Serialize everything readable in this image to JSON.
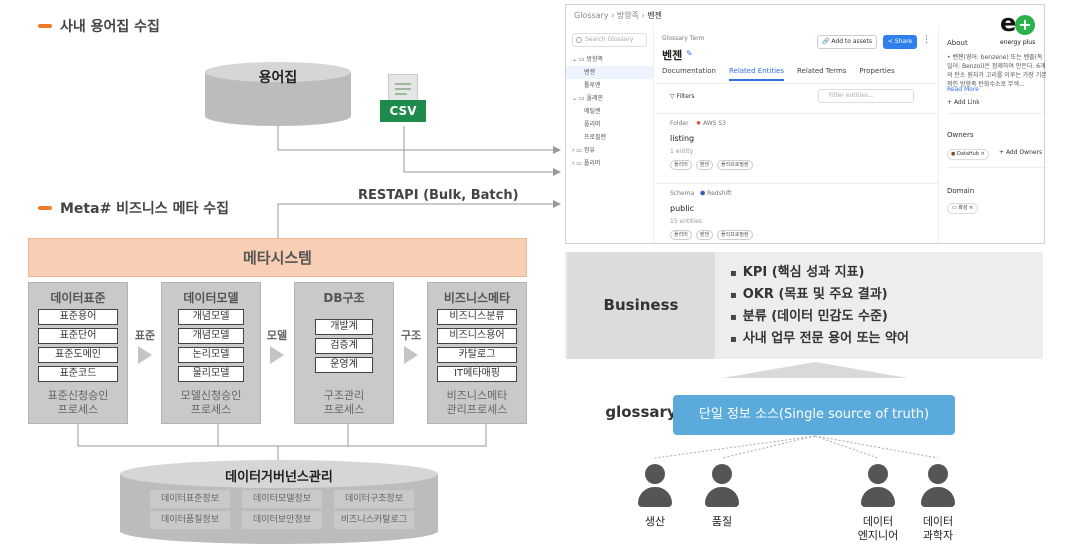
{
  "colors": {
    "accent_orange": "#f07c2b",
    "meta_banner": "#f8cfb4",
    "ssot_blue": "#5aaadc",
    "csv_green": "#1e8a4c"
  },
  "section1": {
    "title": "사내 용어집 수집",
    "db_label": "용어집",
    "csv_label": "CSV"
  },
  "section2": {
    "title": "Meta# 비즈니스 메타 수집",
    "api_label": "RESTAPI (Bulk, Batch)"
  },
  "meta_system": {
    "title": "메타시스템",
    "columns": [
      {
        "title": "데이터표준",
        "items": [
          "표준용어",
          "표준단어",
          "표준도메인",
          "표준코드"
        ],
        "footer": "표준신청승인\n프로세스"
      },
      {
        "title": "데이터모델",
        "items": [
          "개념모델",
          "개념모델",
          "논리모델",
          "물리모델"
        ],
        "footer": "모델신청승인\n프로세스"
      },
      {
        "title": "DB구조",
        "items": [
          "개발계",
          "검증계",
          "운영계"
        ],
        "footer": "구조관리\n프로세스"
      },
      {
        "title": "비즈니스메타",
        "items": [
          "비즈니스분류",
          "비즈니스용어",
          "카탈로그",
          "IT메타매핑"
        ],
        "footer": "비즈니스메타\n관리프로세스"
      }
    ],
    "flows": [
      "표준",
      "모델",
      "구조"
    ]
  },
  "governance": {
    "title": "데이터거버넌스관리",
    "cells": [
      "데이터표준정보",
      "데이터모델정보",
      "데이터구조정보",
      "데이터품질정보",
      "데이터보안정보",
      "비즈니스카탈로그"
    ]
  },
  "app": {
    "breadcrumb": [
      "Glossary",
      "방향족",
      "벤젠"
    ],
    "search_placeholder": "Search Glossary",
    "tree": [
      "방향족",
      "벤젠",
      "톨루엔",
      "올레핀",
      "에틸렌",
      "플리머",
      "프로필렌",
      "정유",
      "폴리머"
    ],
    "term_kind": "Glossary Term",
    "term_name": "벤젠",
    "add_to_assets": "Add to assets",
    "share": "Share",
    "tabs": [
      "Documentation",
      "Related Entities",
      "Related Terms",
      "Properties"
    ],
    "filters": "Filters",
    "filter_placeholder": "Filter entities...",
    "entities": [
      {
        "kind": "Folder",
        "source": "AWS S3",
        "name": "listing",
        "count": "1 entity",
        "chips": [
          "플리머",
          "벤젠",
          "폴리프로필렌"
        ]
      },
      {
        "kind": "Schema",
        "source": "Redshift",
        "name": "public",
        "count": "15 entities",
        "chips": [
          "플리머",
          "벤젠",
          "폴리프로필렌"
        ]
      }
    ],
    "about_title": "About",
    "about_text": "• 벤젠(영어: benzene) 또는 벤졸(독일어: Benzol)은 정제하여 만든다. 6개의 탄소 원자가 고리를 이루는 가장 기본적인 방향족 탄화수소로 무색...",
    "read_more": "Read More",
    "add_link": "Add Link",
    "owners_title": "Owners",
    "owner_name": "DataHub",
    "add_owners": "Add Owners",
    "domain_title": "Domain",
    "domain_value": "화성",
    "logo_text": "energy plus"
  },
  "business_glossary": {
    "title": "Business glossary",
    "items": [
      "KPI (핵심 성과 지표)",
      "OKR (목표 및 주요 결과)",
      "분류 (데이터 민감도 수준)",
      "사내 업무 전문 용어 또는 약어"
    ]
  },
  "ssot": "단일 정보 소스(Single source of truth)",
  "people": [
    "생산",
    "품질",
    "데이터\n엔지니어",
    "데이터\n과학자"
  ]
}
